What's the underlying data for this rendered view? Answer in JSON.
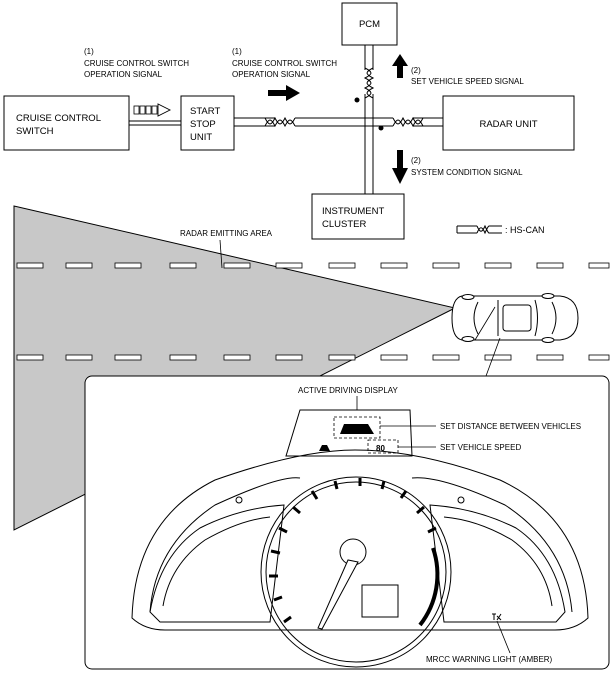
{
  "boxes": {
    "pcm": "PCM",
    "cruise_switch": [
      "CRUISE CONTROL",
      "SWITCH"
    ],
    "start_stop": [
      "START",
      "STOP",
      "UNIT"
    ],
    "radar_unit": "RADAR UNIT",
    "instrument_cluster": [
      "INSTRUMENT",
      "CLUSTER"
    ]
  },
  "signals": {
    "cruise_1": {
      "num": "(1)",
      "lines": [
        "CRUISE CONTROL SWITCH",
        "OPERATION SIGNAL"
      ]
    },
    "cruise_2": {
      "num": "(1)",
      "lines": [
        "CRUISE CONTROL SWITCH",
        "OPERATION SIGNAL"
      ]
    },
    "set_speed": {
      "num": "(2)",
      "text": "SET VEHICLE SPEED SIGNAL"
    },
    "system_condition": {
      "num": "(2)",
      "text": "SYSTEM CONDITION SIGNAL"
    }
  },
  "legend": {
    "hs_can": ": HS-CAN"
  },
  "road": {
    "radar_area": "RADAR EMITTING AREA"
  },
  "cluster": {
    "active_driving_display": "ACTIVE DRIVING DISPLAY",
    "set_distance": "SET DISTANCE BETWEEN VEHICLES",
    "set_vehicle_speed": "SET VEHICLE SPEED",
    "mrcc_warning": "MRCC WARNING LIGHT (AMBER)",
    "display_speed": "80"
  },
  "colors": {
    "radar_fill": "#c8c8c8",
    "line": "#000000"
  },
  "icons": [
    "hollow-arrow-icon",
    "solid-arrow-icon",
    "twisted-pair-icon",
    "car-icon",
    "mrcc-warning-icon"
  ]
}
